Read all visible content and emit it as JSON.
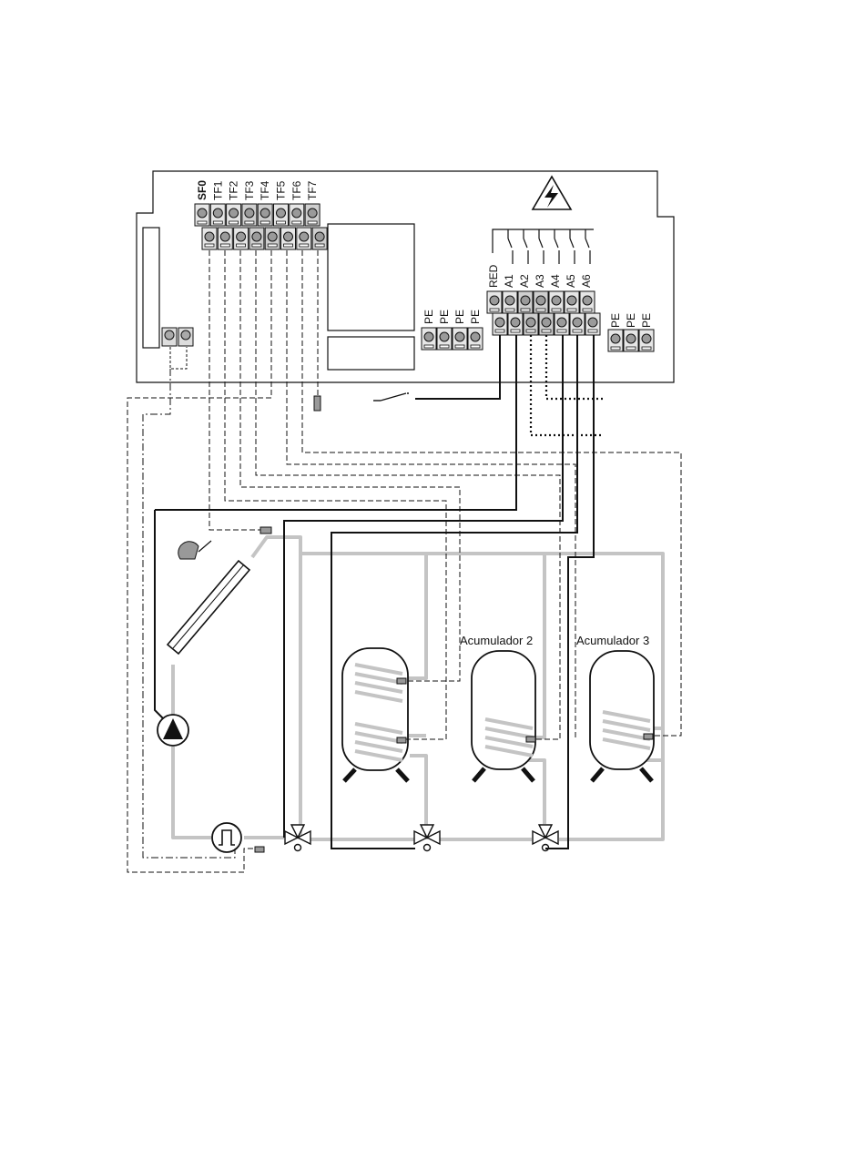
{
  "sensor_terminals": [
    "SF0",
    "TF1",
    "TF2",
    "TF3",
    "TF4",
    "TF5",
    "TF6",
    "TF7"
  ],
  "output_terminals": [
    "RED",
    "A1",
    "A2",
    "A3",
    "A4",
    "A5",
    "A6"
  ],
  "pe_left": [
    "PE",
    "PE",
    "PE",
    "PE"
  ],
  "pe_right": [
    "PE",
    "PE",
    "PE"
  ],
  "tanks": [
    {
      "id": "tank-1",
      "label": ""
    },
    {
      "id": "tank-2",
      "label": "Acumulador 2"
    },
    {
      "id": "tank-3",
      "label": "Acumulador 3"
    }
  ],
  "icons": [
    "high-voltage-warning-icon",
    "solar-collector-icon",
    "pump-icon",
    "flow-meter-icon",
    "three-way-valve-icon",
    "temperature-sensor-icon",
    "switch-icon"
  ],
  "colors": {
    "pipe": "#c4c4c4",
    "wire": "#111111",
    "panel": "#ffffff"
  }
}
